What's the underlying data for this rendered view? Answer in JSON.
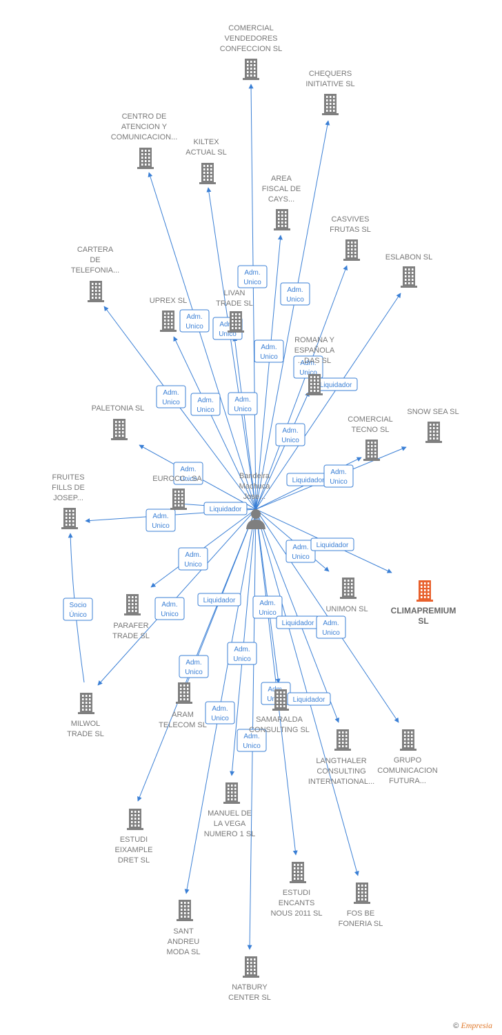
{
  "center": {
    "name_lines": [
      "Bandeira",
      "Machuca",
      "Jose..."
    ]
  },
  "colors": {
    "edge": "#3a7fd5",
    "building": "#7f7f7f",
    "focus_building": "#e8602c",
    "label": "#777777"
  },
  "nodes": [
    {
      "id": "comercial_vendedores",
      "lines": [
        "COMERCIAL",
        "VENDEDORES",
        "CONFECCION SL"
      ]
    },
    {
      "id": "chequers",
      "lines": [
        "CHEQUERS",
        "INITIATIVE SL"
      ]
    },
    {
      "id": "centro_atencion",
      "lines": [
        "CENTRO DE",
        "ATENCION Y",
        "COMUNICACION..."
      ]
    },
    {
      "id": "kiltex",
      "lines": [
        "KILTEX",
        "ACTUAL SL"
      ]
    },
    {
      "id": "area_fiscal",
      "lines": [
        "AREA",
        "FISCAL DE",
        "CAYS..."
      ]
    },
    {
      "id": "casvives",
      "lines": [
        "CASVIVES",
        "FRUTAS SL"
      ]
    },
    {
      "id": "eslabon",
      "lines": [
        "ESLABON SL"
      ]
    },
    {
      "id": "cartera",
      "lines": [
        "CARTERA",
        "DE",
        "TELEFONIA..."
      ]
    },
    {
      "id": "uprex",
      "lines": [
        "UPREX SL"
      ]
    },
    {
      "id": "livan",
      "lines": [
        "LIVAN",
        "TRADE SL"
      ]
    },
    {
      "id": "romana",
      "lines": [
        "ROMANA Y",
        "ESPAÑOLA",
        "...DAS SL"
      ]
    },
    {
      "id": "paletonia",
      "lines": [
        "PALETONIA SL"
      ]
    },
    {
      "id": "comercial_tecno",
      "lines": [
        "COMERCIAL",
        "TECNO SL"
      ]
    },
    {
      "id": "snow_sea",
      "lines": [
        "SNOW SEA SL"
      ]
    },
    {
      "id": "fruites",
      "lines": [
        "FRUITES",
        "FILLS DE",
        "JOSEP..."
      ]
    },
    {
      "id": "eurocc",
      "lines": [
        "EUROCC...SA"
      ]
    },
    {
      "id": "unimon",
      "lines": [
        "UNIMON SL"
      ]
    },
    {
      "id": "climapremium",
      "lines": [
        "CLIMAPREMIUM",
        "SL"
      ],
      "focus": true
    },
    {
      "id": "parafer",
      "lines": [
        "PARAFER",
        "TRADE SL"
      ]
    },
    {
      "id": "milwol",
      "lines": [
        "MILWOL",
        "TRADE SL"
      ]
    },
    {
      "id": "aram",
      "lines": [
        "ARAM",
        "TELECOM SL"
      ]
    },
    {
      "id": "samaralda",
      "lines": [
        "SAMARALDA",
        "CONSULTING SL"
      ]
    },
    {
      "id": "langthaler",
      "lines": [
        "LANGTHALER",
        "CONSULTING",
        "INTERNATIONAL..."
      ]
    },
    {
      "id": "grupo",
      "lines": [
        "GRUPO",
        "COMUNICACION",
        "FUTURA..."
      ]
    },
    {
      "id": "estudi_eixample",
      "lines": [
        "ESTUDI",
        "EIXAMPLE",
        "DRET SL"
      ]
    },
    {
      "id": "manuel",
      "lines": [
        "MANUEL DE",
        "LA VEGA",
        "NUMERO 1 SL"
      ]
    },
    {
      "id": "estudi_encants",
      "lines": [
        "ESTUDI",
        "ENCANTS",
        "NOUS 2011 SL"
      ]
    },
    {
      "id": "fos_be",
      "lines": [
        "FOS BE",
        "FONERIA SL"
      ]
    },
    {
      "id": "sant_andreu",
      "lines": [
        "SANT",
        "ANDREU",
        "MODA SL"
      ]
    },
    {
      "id": "natbury",
      "lines": [
        "NATBURY",
        "CENTER SL"
      ]
    }
  ],
  "edge_labels": [
    {
      "id": "e1",
      "lines": [
        "Adm.",
        "Unico"
      ]
    },
    {
      "id": "e2",
      "lines": [
        "Adm.",
        "Unico"
      ]
    },
    {
      "id": "e3",
      "lines": [
        "Adm.",
        "Unico"
      ]
    },
    {
      "id": "e4",
      "lines": [
        "Adm.",
        "Unico"
      ]
    },
    {
      "id": "e5",
      "lines": [
        "Adm.",
        "Unico"
      ]
    },
    {
      "id": "e6",
      "lines": [
        "Adm.",
        "Unico"
      ]
    },
    {
      "id": "e7",
      "lines": [
        "Liquidador"
      ]
    },
    {
      "id": "e8",
      "lines": [
        "Adm.",
        "Unico"
      ]
    },
    {
      "id": "e9",
      "lines": [
        "Adm.",
        "Unico"
      ]
    },
    {
      "id": "e10",
      "lines": [
        "Adm.",
        "Unico"
      ]
    },
    {
      "id": "e11",
      "lines": [
        "Adm.",
        "Unico"
      ]
    },
    {
      "id": "e12",
      "lines": [
        "Adm.",
        "Unico"
      ]
    },
    {
      "id": "e13",
      "lines": [
        "Liquidador"
      ]
    },
    {
      "id": "e14",
      "lines": [
        "Adm.",
        "Unico"
      ]
    },
    {
      "id": "e15",
      "lines": [
        "Adm.",
        "Unico"
      ]
    },
    {
      "id": "e16",
      "lines": [
        "Liquidador"
      ]
    },
    {
      "id": "e17",
      "lines": [
        "Adm.",
        "Unico"
      ]
    },
    {
      "id": "e18",
      "lines": [
        "Liquidador"
      ]
    },
    {
      "id": "e19",
      "lines": [
        "Adm.",
        "Unico"
      ]
    },
    {
      "id": "e20",
      "lines": [
        "Socio",
        "Único"
      ]
    },
    {
      "id": "e21",
      "lines": [
        "Adm.",
        "Unico"
      ]
    },
    {
      "id": "e22",
      "lines": [
        "Liquidador"
      ]
    },
    {
      "id": "e23",
      "lines": [
        "Adm.",
        "Unico"
      ]
    },
    {
      "id": "e24",
      "lines": [
        "Liquidador"
      ]
    },
    {
      "id": "e25",
      "lines": [
        "Adm.",
        "Unico"
      ]
    },
    {
      "id": "e26",
      "lines": [
        "Adm.",
        "Unico"
      ]
    },
    {
      "id": "e27",
      "lines": [
        "Adm.",
        "Unico"
      ]
    },
    {
      "id": "e28",
      "lines": [
        "Adm.",
        "Unico"
      ]
    },
    {
      "id": "e29",
      "lines": [
        "Liquidador"
      ]
    },
    {
      "id": "e30",
      "lines": [
        "Adm.",
        "Unico"
      ]
    },
    {
      "id": "e31",
      "lines": [
        "Adm.",
        "Unico"
      ]
    }
  ],
  "footer": {
    "copyright": "©",
    "brand": "Empresia"
  }
}
